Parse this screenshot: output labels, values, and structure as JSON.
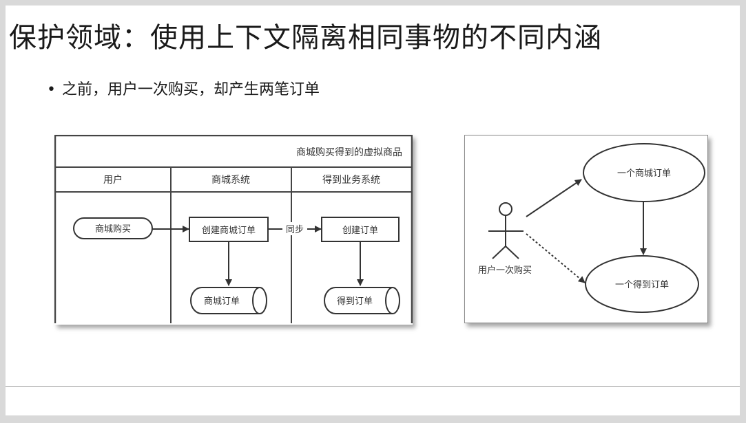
{
  "slide": {
    "title": "保护领域：使用上下文隔离相同事物的不同内涵",
    "bullet": "之前，用户一次购买，却产生两笔订单"
  },
  "swimlane": {
    "header": "商城购买得到的虚拟商品",
    "lanes": [
      "用户",
      "商城系统",
      "得到业务系统"
    ],
    "nodes": {
      "purchase": "商城购买",
      "create_mall_order": "创建商城订单",
      "create_order": "创建订单",
      "mall_order": "商城订单",
      "dedao_order": "得到订单"
    },
    "sync_label": "同步"
  },
  "usecase": {
    "actor": "用户一次购买",
    "case_mall": "一个商城订单",
    "case_dedao": "一个得到订单"
  }
}
